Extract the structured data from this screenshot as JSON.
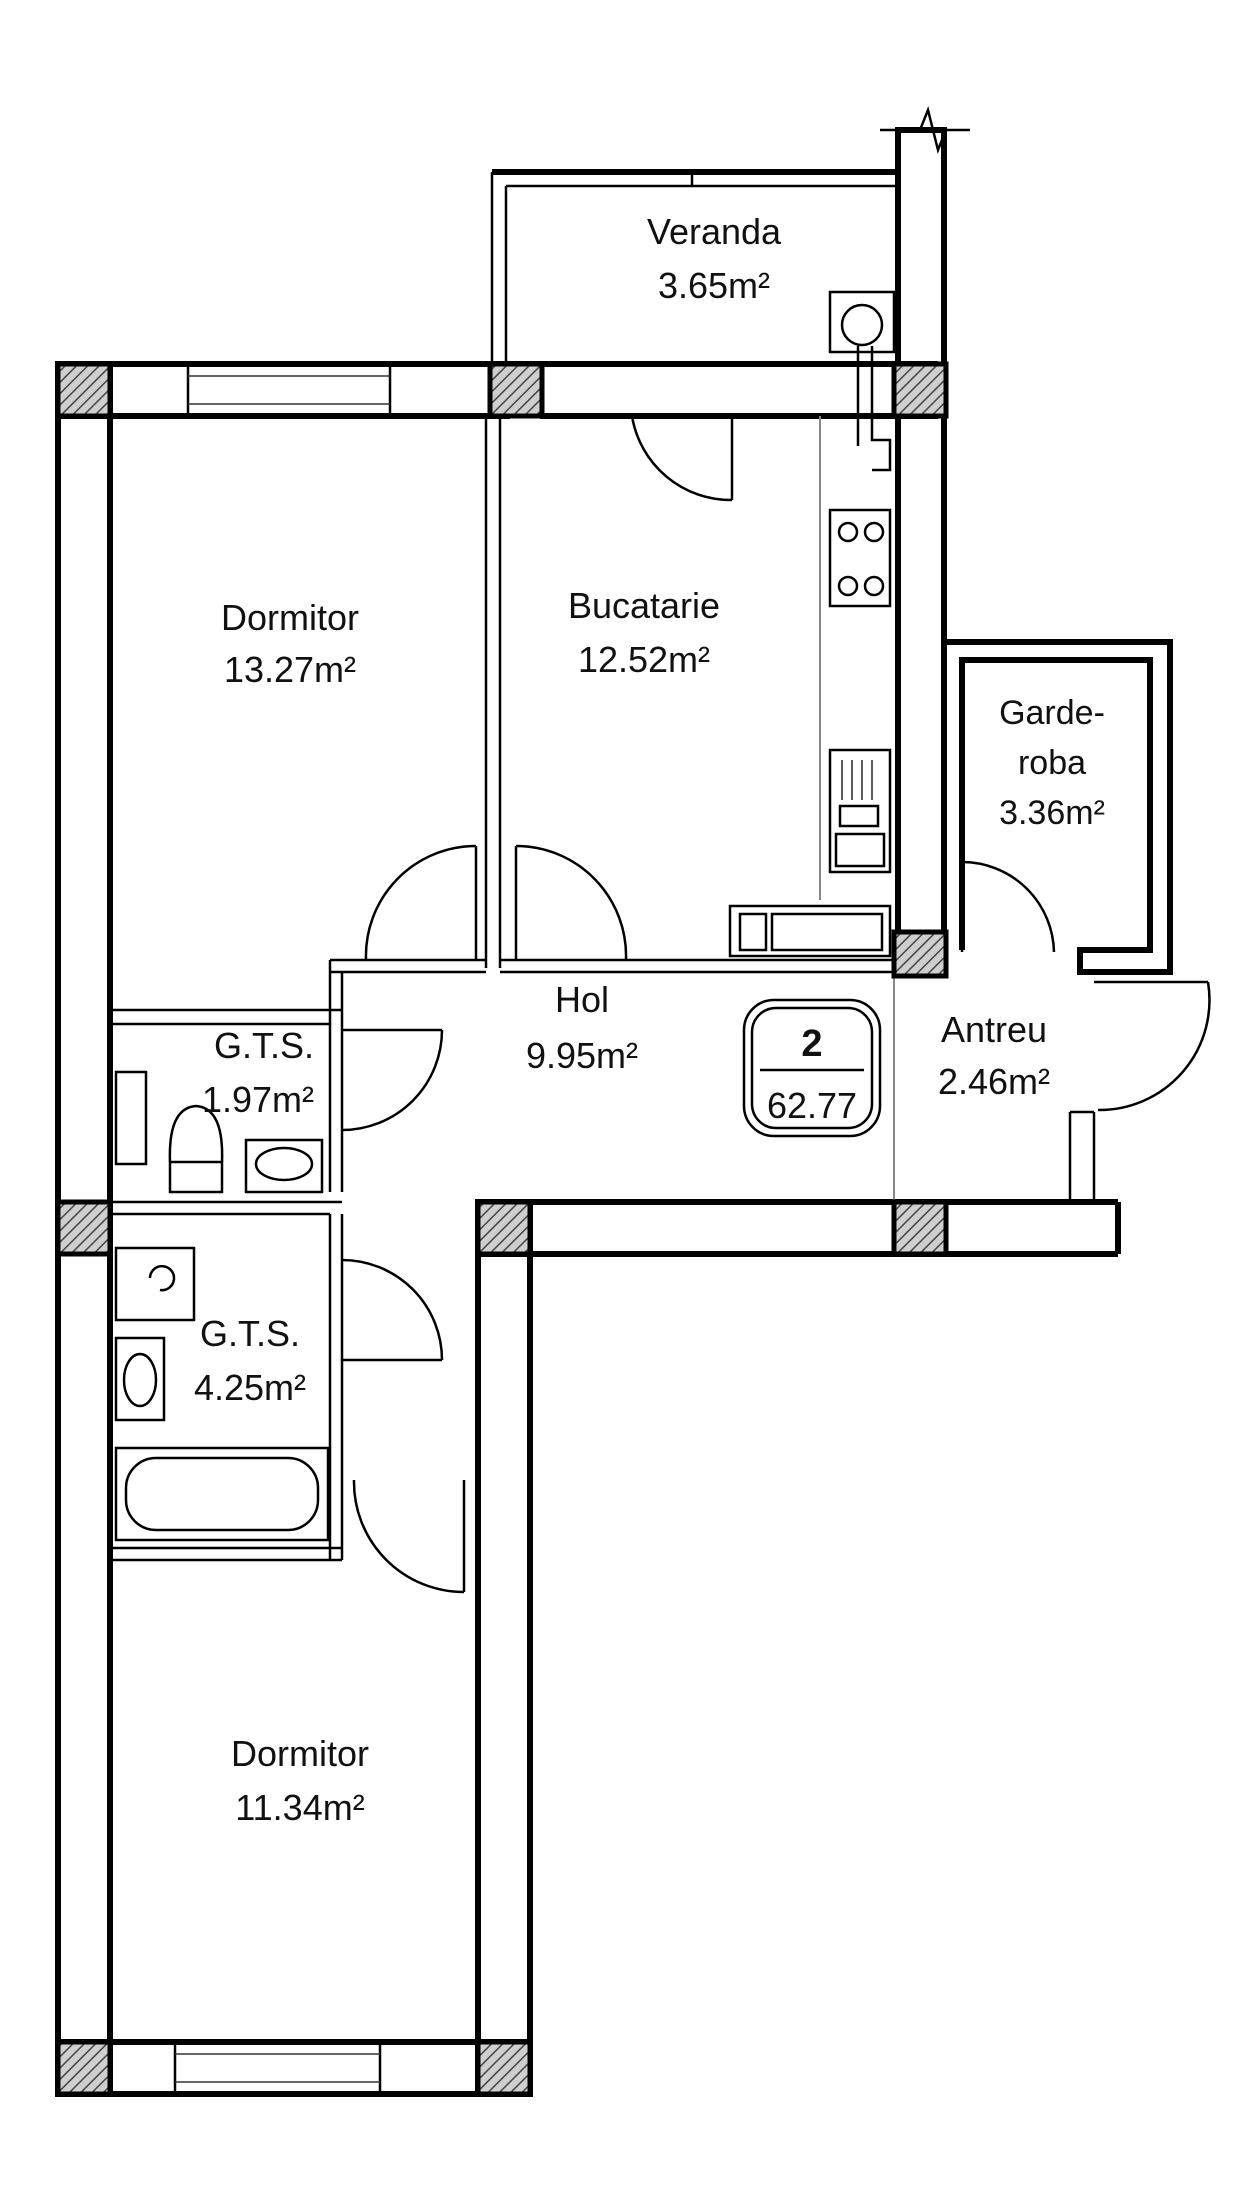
{
  "rooms": {
    "veranda": {
      "name": "Veranda",
      "area": "3.65m²"
    },
    "dormitor_top": {
      "name": "Dormitor",
      "area": "13.27m²"
    },
    "bucatarie": {
      "name": "Bucatarie",
      "area": "12.52m²"
    },
    "garderoba": {
      "name_line1": "Garde-",
      "name_line2": "roba",
      "area": "3.36m²"
    },
    "hol": {
      "name": "Hol",
      "area": "9.95m²"
    },
    "antreu": {
      "name": "Antreu",
      "area": "2.46m²"
    },
    "gts_small": {
      "name": "G.T.S.",
      "area": "1.97m²"
    },
    "gts_large": {
      "name": "G.T.S.",
      "area": "4.25m²"
    },
    "dormitor_bottom": {
      "name": "Dormitor",
      "area": "11.34m²"
    }
  },
  "unit_badge": {
    "number": "2",
    "total_area": "62.77"
  }
}
